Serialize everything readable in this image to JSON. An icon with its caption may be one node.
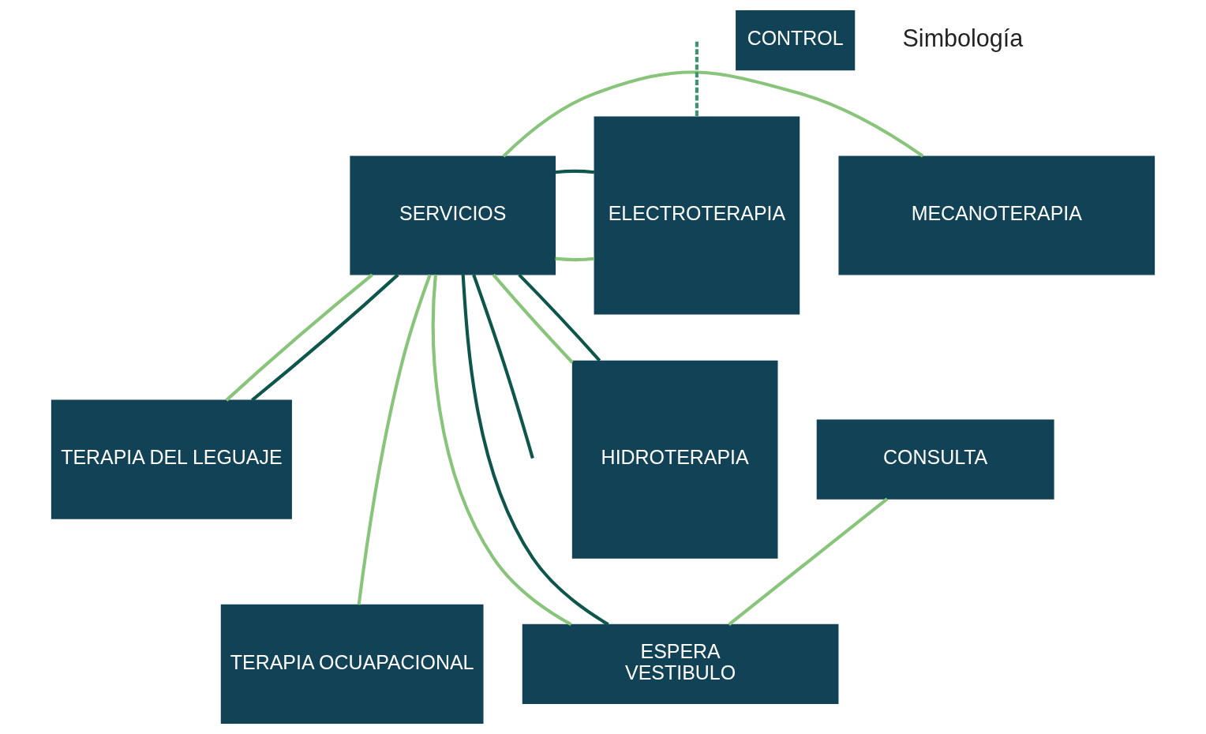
{
  "diagram": {
    "nodes": [
      {
        "text": [
          "SERVICIOS"
        ]
      },
      {
        "text": [
          "MECANOTERAPIA"
        ]
      },
      {
        "text": [
          "ELECTROTERAPIA"
        ]
      },
      {
        "text": [
          "HIDROTERAPIA"
        ]
      },
      {
        "text": [
          "CONSULTA"
        ]
      },
      {
        "text": [
          "CONTROL"
        ]
      },
      {
        "text": [
          "TERAPIA DEL LEGUAJE"
        ]
      },
      {
        "text": [
          "ESPERA",
          "VESTIBULO"
        ]
      },
      {
        "text": [
          "TERAPIA OCUAPACIONAL"
        ]
      }
    ],
    "edges": [
      {
        "from": null,
        "to": 2,
        "arrow": "none",
        "style": "dashed",
        "color": "#3d9470"
      },
      {
        "from": 0,
        "to": 3,
        "arrow": "none",
        "color": "#88c47a"
      },
      {
        "from": 0,
        "to": 1,
        "arrow": "none",
        "color": "#88c47a"
      },
      {
        "from": 0,
        "to": 2,
        "arrow": "none",
        "color": "#88c47a"
      },
      {
        "from": 0,
        "to": 7,
        "arrow": "none",
        "color": "#88c47a"
      },
      {
        "from": 0,
        "to": 6,
        "arrow": "none",
        "color": "#88c47a"
      },
      {
        "from": 0,
        "to": 8,
        "arrow": "none",
        "color": "#88c47a"
      },
      {
        "from": 4,
        "to": 7,
        "arrow": "none",
        "color": "#88c47a"
      },
      {
        "from": 0,
        "to": 3,
        "arrow": "none",
        "color": "#0e564c"
      },
      {
        "from": 0,
        "to": 2,
        "arrow": "none",
        "color": "#0e564c"
      },
      {
        "from": 0,
        "to": 7,
        "arrow": "none",
        "color": "#0e564c"
      },
      {
        "from": 0,
        "to": 6,
        "arrow": "none",
        "color": "#0e564c"
      },
      {
        "from": 0,
        "to": null,
        "arrow": "none",
        "color": "#0e564c"
      }
    ],
    "labels": [
      "Simbología"
    ]
  }
}
